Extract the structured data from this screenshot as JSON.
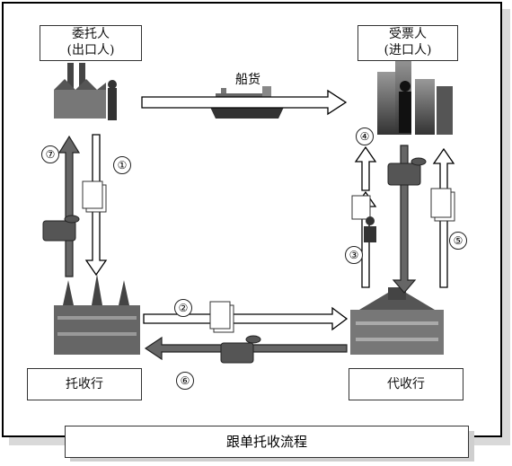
{
  "title": "跟单托收流程",
  "nodes": {
    "principal": {
      "line1": "委托人",
      "line2": "(出口人)"
    },
    "drawee": {
      "line1": "受票人",
      "line2": "(进口人)"
    },
    "remitting_bank": {
      "label": "托收行"
    },
    "collecting_bank": {
      "label": "代收行"
    }
  },
  "shipment_label": "船货",
  "steps": {
    "s1": "①",
    "s2": "②",
    "s3": "③",
    "s4": "④",
    "s5": "⑤",
    "s6": "⑥",
    "s7": "⑦"
  }
}
